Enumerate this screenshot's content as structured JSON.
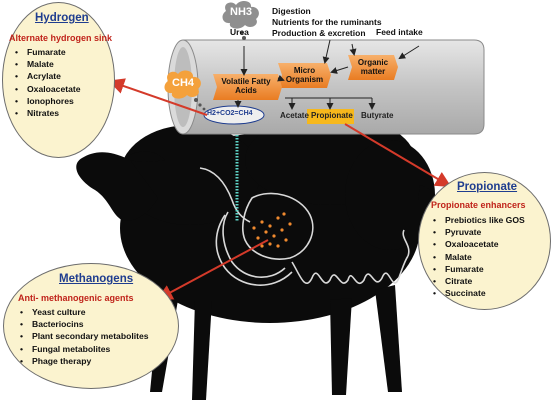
{
  "gases": {
    "nh3": "NH3",
    "ch4": "CH4"
  },
  "top_labels": {
    "urea": "Urea",
    "digestion": "Digestion",
    "nutrients": "Nutrients for the ruminants",
    "production": "Production & excretion",
    "feed_intake": "Feed intake"
  },
  "rumen": {
    "organic_matter": "Organic matter",
    "micro_organism": "Micro Organism",
    "vfa": "Volatile Fatty Acids",
    "acetate": "Acetate",
    "propionate": "Propionate",
    "butyrate": "Butyrate",
    "equation": "H2+CO2=CH4"
  },
  "hydrogen": {
    "title": "Hydrogen",
    "subtitle": "Alternate hydrogen sink",
    "items": [
      "Fumarate",
      "Malate",
      "Acrylate",
      "Oxaloacetate",
      "Ionophores",
      "Nitrates"
    ]
  },
  "propionate_box": {
    "title": "Propionate",
    "subtitle": "Propionate enhancers",
    "items": [
      "Prebiotics like GOS",
      "Pyruvate",
      "Oxaloacetate",
      "Malate",
      "Fumarate",
      "Citrate",
      "Succinate"
    ]
  },
  "methanogens": {
    "title": "Methanogens",
    "subtitle": "Anti- methanogenic agents",
    "items": [
      "Yeast culture",
      "Bacteriocins",
      "Plant secondary metabolites",
      "Fungal metabolites",
      "Phage therapy"
    ]
  },
  "colors": {
    "accent_orange": "#f08a2f",
    "propionate_fill": "#f6b81c",
    "arrow_red": "#d43a2a",
    "title_blue": "#1f3d8f",
    "subtitle_red": "#c0241b",
    "box_fill": "#fbf3cf",
    "tube_gray": "#c9c9c9"
  }
}
